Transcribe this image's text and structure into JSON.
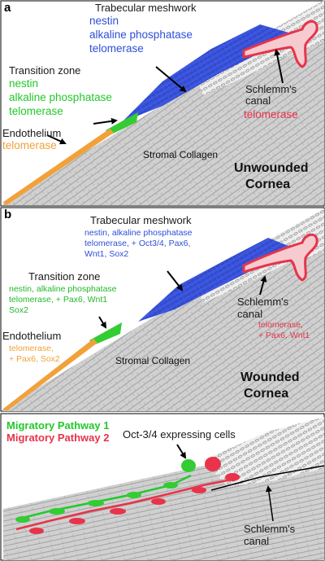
{
  "panels": {
    "a": {
      "letter": "a",
      "trabecular": {
        "title": "Trabecular meshwork",
        "markers": [
          "nestin",
          "alkaline phosphatase",
          "telomerase"
        ]
      },
      "transition": {
        "title": "Transition zone",
        "markers": [
          "nestin",
          "alkaline phosphatase",
          "telomerase"
        ]
      },
      "endothelium": {
        "title": "Endothelium",
        "markers": [
          "telomerase"
        ]
      },
      "schlemm": {
        "title_lines": [
          "Schlemm's",
          "canal"
        ],
        "markers": [
          "telomerase"
        ]
      },
      "stromal": "Stromal Collagen",
      "cornea_lines": [
        "Unwounded",
        "Cornea"
      ]
    },
    "b": {
      "letter": "b",
      "trabecular": {
        "title": "Trabecular meshwork",
        "marker_lines": [
          "nestin, alkaline phosphatase",
          "telomerase, + Oct3/4, Pax6,",
          "Wnt1, Sox2"
        ]
      },
      "transition": {
        "title": "Transition zone",
        "marker_lines": [
          "nestin, alkaline phosphatase",
          "telomerase, + Pax6, Wnt1",
          "Sox2"
        ]
      },
      "endothelium": {
        "title": "Endothelium",
        "marker_lines": [
          "telomerase,",
          "+ Pax6, Sox2"
        ]
      },
      "schlemm": {
        "title_lines": [
          "Schlemm's",
          "canal"
        ],
        "marker_lines": [
          "telomerase,",
          "+ Pax6, Wnt1"
        ]
      },
      "stromal": "Stromal Collagen",
      "cornea_lines": [
        "Wounded",
        "Cornea"
      ]
    },
    "c": {
      "legend": [
        "Migratory Pathway 1",
        "Migratory Pathway 2"
      ],
      "oct_label": "Oct-3/4 expressing cells",
      "schlemm_lines": [
        "Schlemm's",
        "canal"
      ]
    }
  },
  "colors": {
    "blue": "#2f4fd6",
    "green": "#22c92a",
    "orange": "#f2a13a",
    "red": "#e8334a",
    "tissue": "#c9c9c9"
  }
}
